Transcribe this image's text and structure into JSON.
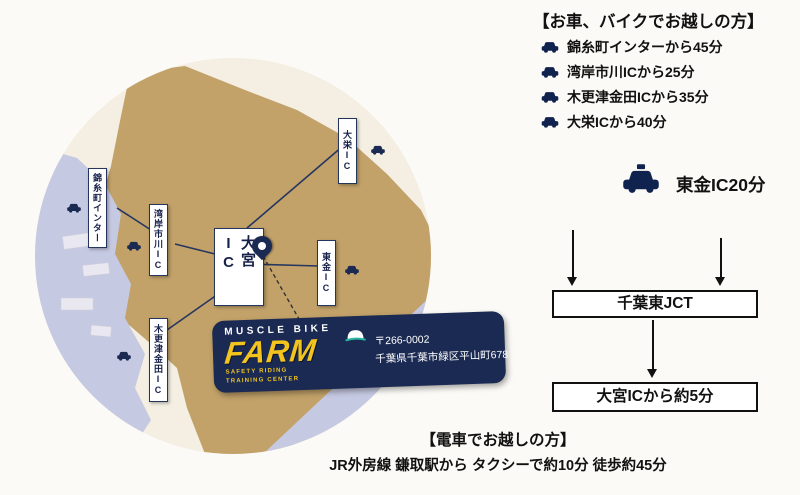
{
  "map": {
    "labels": {
      "kinshicho": "錦糸町インター",
      "wangan_ichikawa": "湾岸市川IC",
      "taiei": "大栄IC",
      "omiya": "大宮IC",
      "togane": "東金IC",
      "kisarazu_kaneda": "木更津金田IC"
    },
    "logo": {
      "brand_top": "MUSCLE BIKE",
      "brand_main": "FARM",
      "brand_sub": "SAFETY RIDING TRAINING CENTER",
      "postal": "〒266-0002",
      "address": "千葉県千葉市緑区平山町678"
    }
  },
  "car_access": {
    "title": "【お車、バイクでお越しの方】",
    "items": [
      "錦糸町インターから45分",
      "湾岸市川ICから25分",
      "木更津金田ICから35分",
      "大栄ICから40分"
    ],
    "taxi_label": "東金IC20分",
    "jct_box": "千葉東JCT",
    "final_box": "大宮ICから約5分"
  },
  "train_access": {
    "title": "【電車でお越しの方】",
    "line1": "JR外房線 鎌取駅から タクシーで約10分 徒歩約45分"
  },
  "colors": {
    "navy": "#1b2a52",
    "yellow": "#f3c41d",
    "land": "#c2a269",
    "water": "#c6c9e2",
    "cream": "#f4efe2"
  }
}
